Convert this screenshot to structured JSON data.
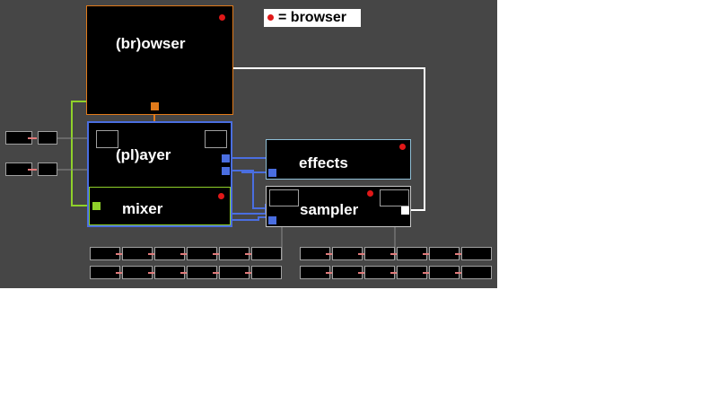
{
  "legend": {
    "text": "= browser"
  },
  "modules": {
    "browser": {
      "label": "(br)owser",
      "border_color": "#e07a1a",
      "active_dot": true
    },
    "player": {
      "label": "(pl)ayer",
      "border_color": "#4a6ee0",
      "active_dot": false
    },
    "mixer": {
      "label": "mixer",
      "border_color": "#8fd12a",
      "active_dot": true
    },
    "effects": {
      "label": "effects",
      "border_color": "#8fbfd6",
      "active_dot": true
    },
    "sampler": {
      "label": "sampler",
      "border_color": "#c8c8c8",
      "active_dot": true
    }
  },
  "colors": {
    "canvas": "#464646",
    "active_dot": "#e01818",
    "browser_wire": "#ffffff",
    "player_wire": "#4a6ee0",
    "browser_player_link": "#e07a1a",
    "mixer_wire": "#8fd12a",
    "slot_marker": "#e07a7a"
  }
}
